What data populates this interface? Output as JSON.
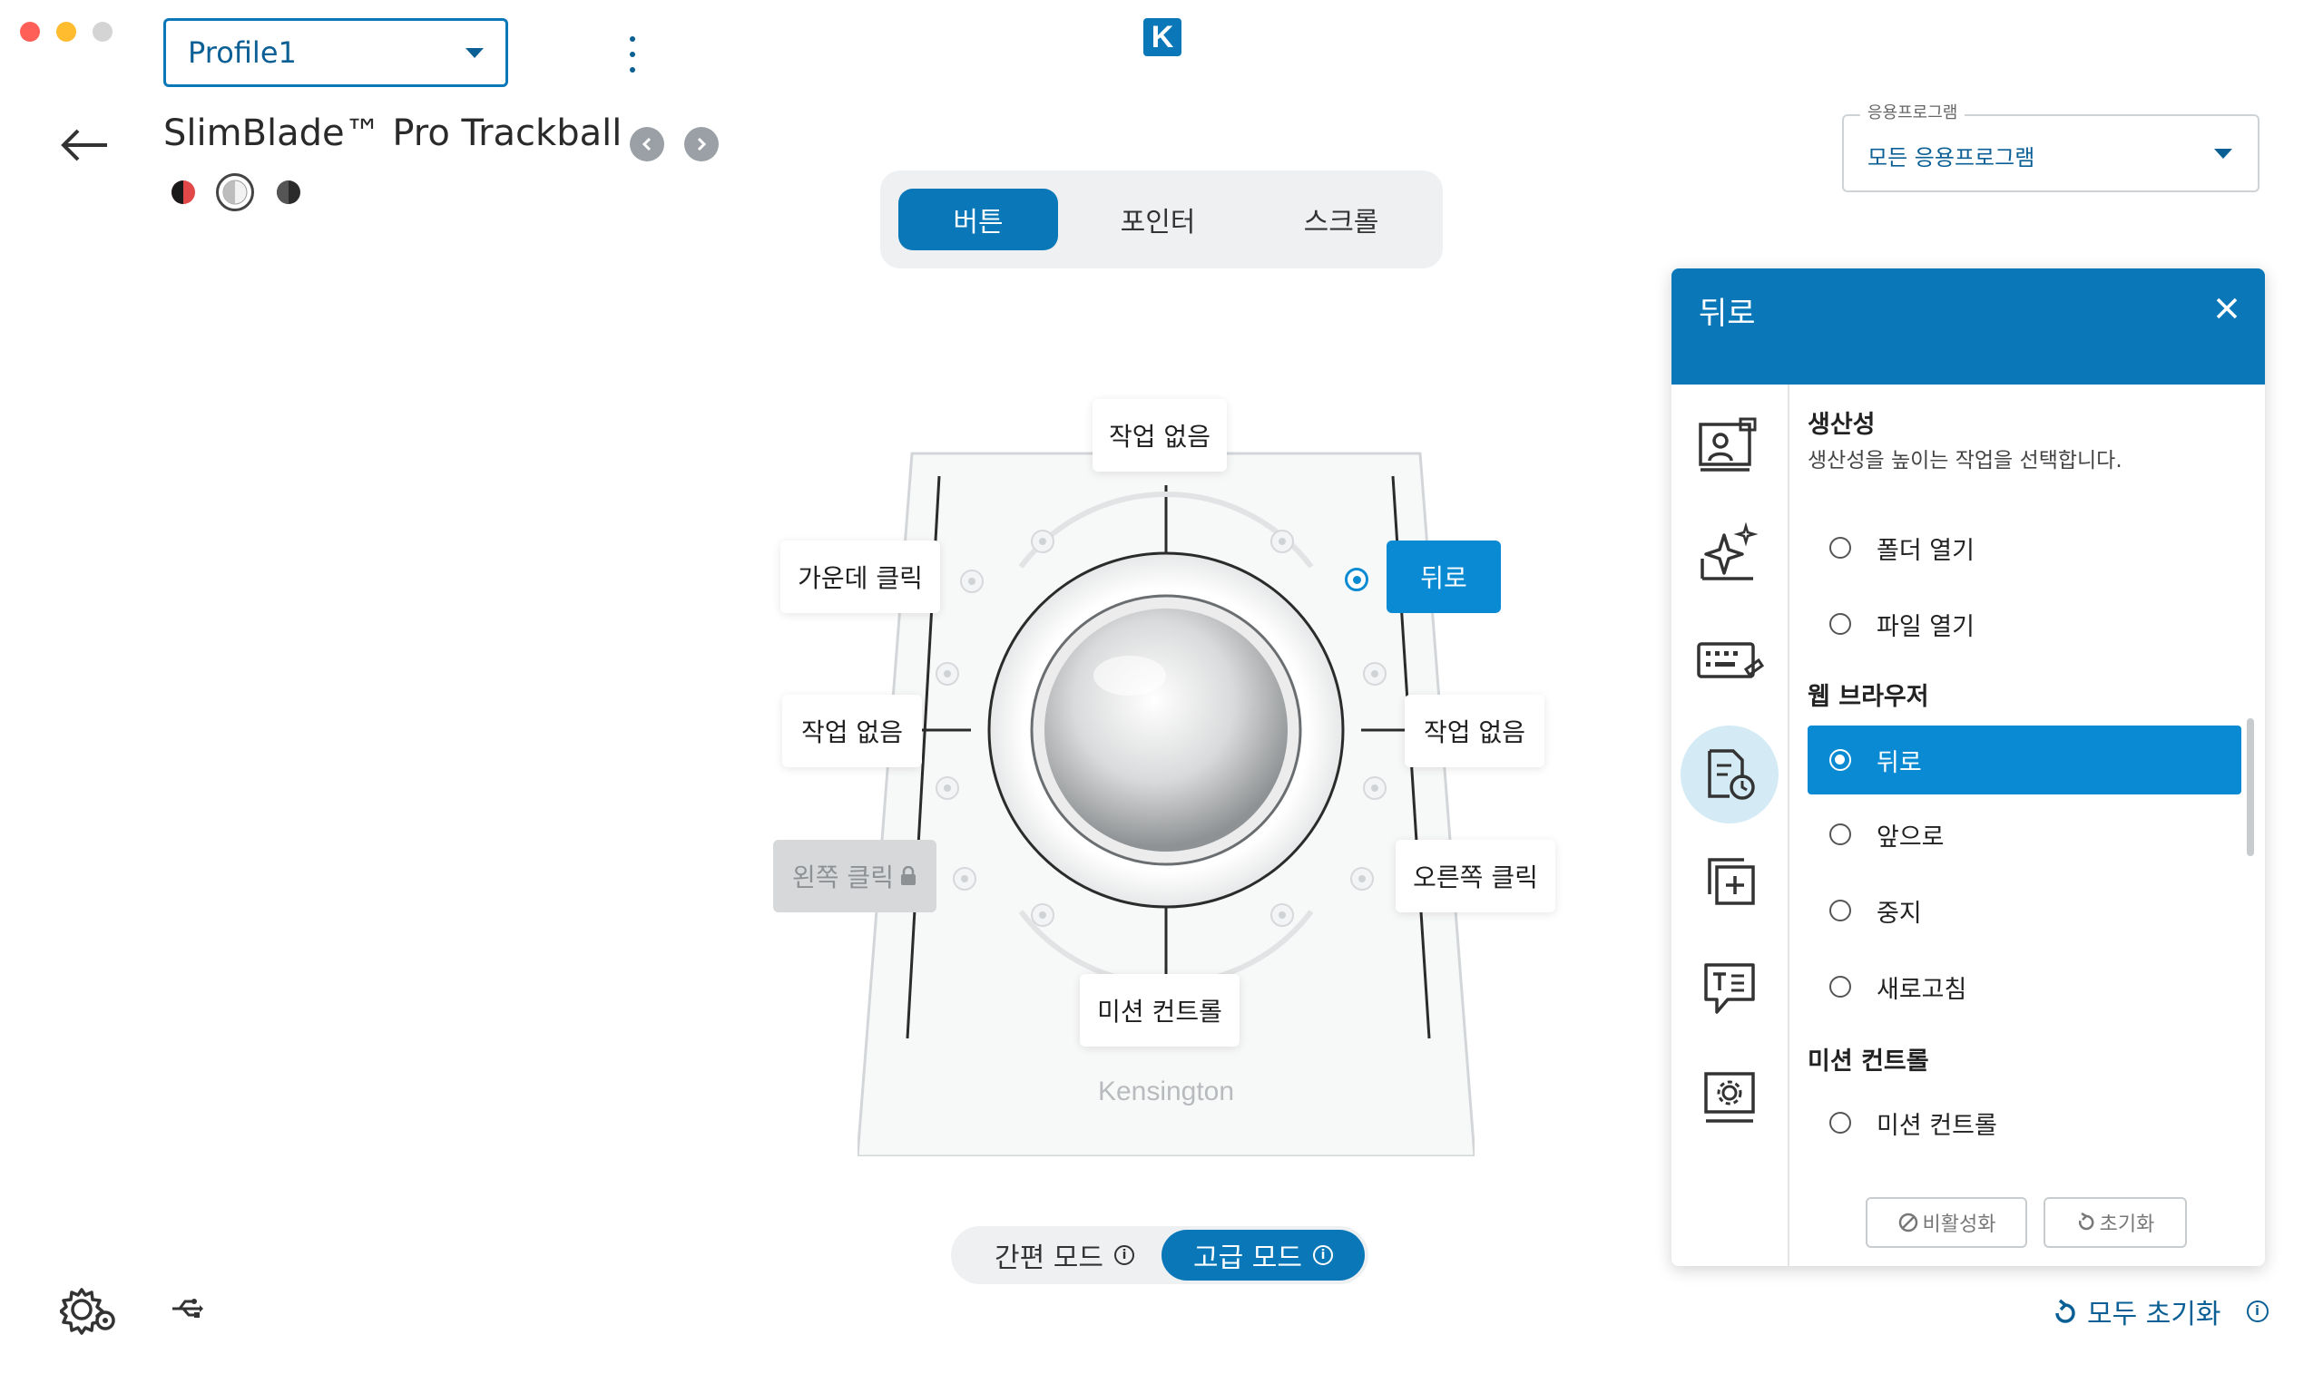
{
  "window": {
    "traffic_lights": {
      "close": "#ff5f57",
      "minimize": "#febc2e",
      "zoom": "#d4d4d4"
    }
  },
  "header": {
    "profile": {
      "value": "Profile1"
    },
    "brand_logo": "K",
    "back_icon": "arrow-left-icon",
    "device_name": "SlimBlade™ Pro Trackball"
  },
  "tabs": [
    {
      "label": "버튼",
      "active": true
    },
    {
      "label": "포인터",
      "active": false
    },
    {
      "label": "스크롤",
      "active": false
    }
  ],
  "app_filter": {
    "legend": "응용프로그램",
    "value": "모든 응용프로그램"
  },
  "device_buttons": {
    "top": "작업 없음",
    "middle_click": "가운데 클릭",
    "back": "뒤로",
    "left_upper": "작업 없음",
    "right_upper": "작업 없음",
    "left_click": "왼쪽 클릭",
    "right_click": "오른쪽 클릭",
    "bottom": "미션 컨트롤",
    "device_brand": "Kensington"
  },
  "mode": {
    "simple": "간편 모드",
    "advanced": "고급 모드",
    "active": "advanced"
  },
  "panel": {
    "title": "뒤로",
    "rail_icons": [
      "presentation-icon",
      "sparkle-icon",
      "keyboard-icon",
      "document-clock-icon",
      "copy-add-icon",
      "text-comment-icon",
      "monitor-settings-icon"
    ],
    "sections": [
      {
        "title": "생산성",
        "desc": "생산성을 높이는 작업을 선택합니다.",
        "options": [
          "폴더 열기",
          "파일 열기"
        ]
      },
      {
        "title": "웹 브라우저",
        "options": [
          "뒤로",
          "앞으로",
          "중지",
          "새로고침"
        ]
      },
      {
        "title": "미션 컨트롤",
        "options": [
          "미션 컨트롤"
        ]
      }
    ],
    "selected_option": "뒤로",
    "disable_label": "비활성화",
    "reset_label": "초기화"
  },
  "footer": {
    "reset_all_label": "모두 초기화",
    "settings_icon": "gear-icon",
    "usb_icon": "usb-icon"
  },
  "colors": {
    "accent": "#0a78b8",
    "selected": "#0a8ad3"
  }
}
